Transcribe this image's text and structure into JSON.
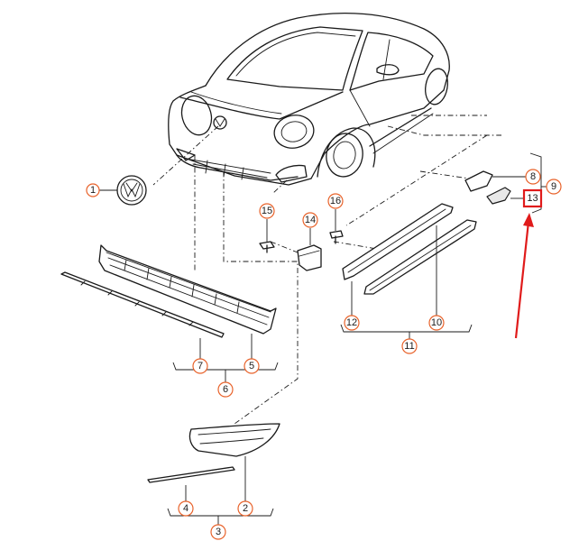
{
  "callouts": {
    "c1": "1",
    "c2": "2",
    "c3": "3",
    "c4": "4",
    "c5": "5",
    "c6": "6",
    "c7": "7",
    "c8": "8",
    "c9": "9",
    "c10": "10",
    "c11": "11",
    "c12": "12",
    "c13": "13",
    "c14": "14",
    "c15": "15",
    "c16": "16"
  },
  "highlight": {
    "part": "13",
    "color": "#e01b1b"
  },
  "colors": {
    "callout_ring": "#e8622a",
    "line": "#1a1a1a",
    "arrow": "#e01b1b"
  }
}
